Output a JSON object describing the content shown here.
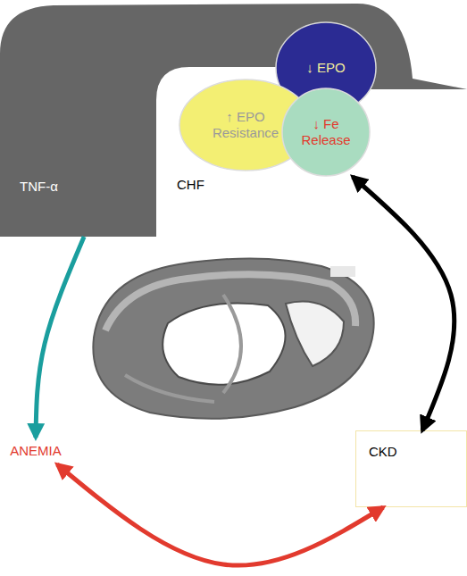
{
  "diagram": {
    "nodes": [
      {
        "text": [
          "TNF-α",
          "CHF"
        ]
      },
      {
        "text": [
          "↓ EPO"
        ]
      },
      {
        "text": [
          "↑ EPO Resistance"
        ]
      },
      {
        "text": [
          "↓ Fe Release"
        ]
      },
      {
        "text": [
          "ANEMIA"
        ]
      },
      {
        "text": [
          "CKD"
        ]
      }
    ],
    "edges": [
      {
        "from": 0,
        "to": 4,
        "arrow": "to"
      },
      {
        "from": 3,
        "to": 5,
        "arrow": "both"
      },
      {
        "from": 4,
        "to": 5,
        "arrow": "both"
      }
    ]
  }
}
